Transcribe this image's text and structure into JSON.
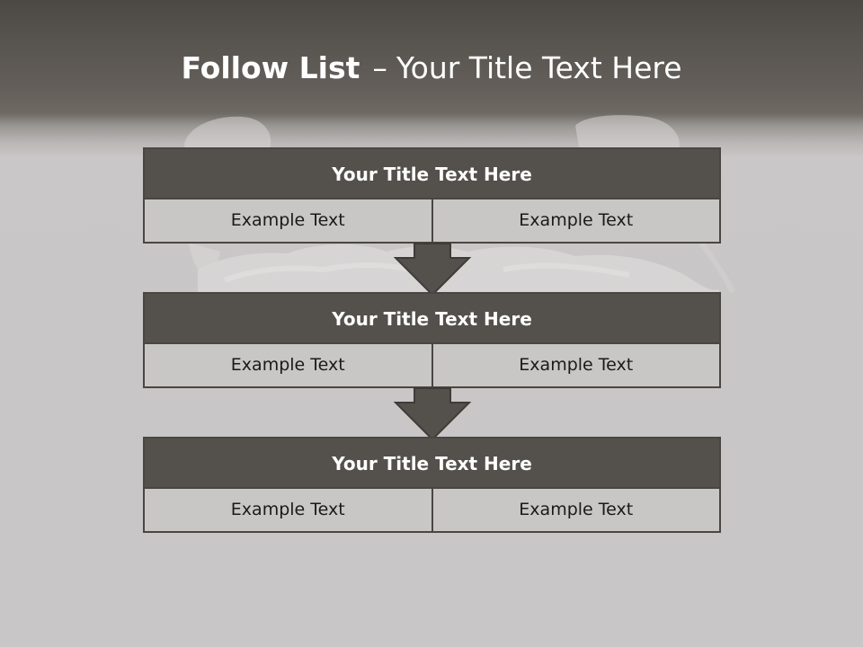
{
  "title": {
    "bold_part": "Follow List",
    "separator": "–",
    "rest": "Your Title Text Here"
  },
  "blocks": [
    {
      "heading": "Your Title Text Here",
      "left_text": "Example Text",
      "right_text": "Example Text"
    },
    {
      "heading": "Your Title Text Here",
      "left_text": "Example Text",
      "right_text": "Example Text"
    },
    {
      "heading": "Your Title Text Here",
      "left_text": "Example Text",
      "right_text": "Example Text"
    }
  ],
  "colors": {
    "header_dark": "#4c4843",
    "block_header": "#54504b",
    "block_cell": "#c9c7c6",
    "background": "#c8c6c6",
    "arrow": "#54504b"
  }
}
